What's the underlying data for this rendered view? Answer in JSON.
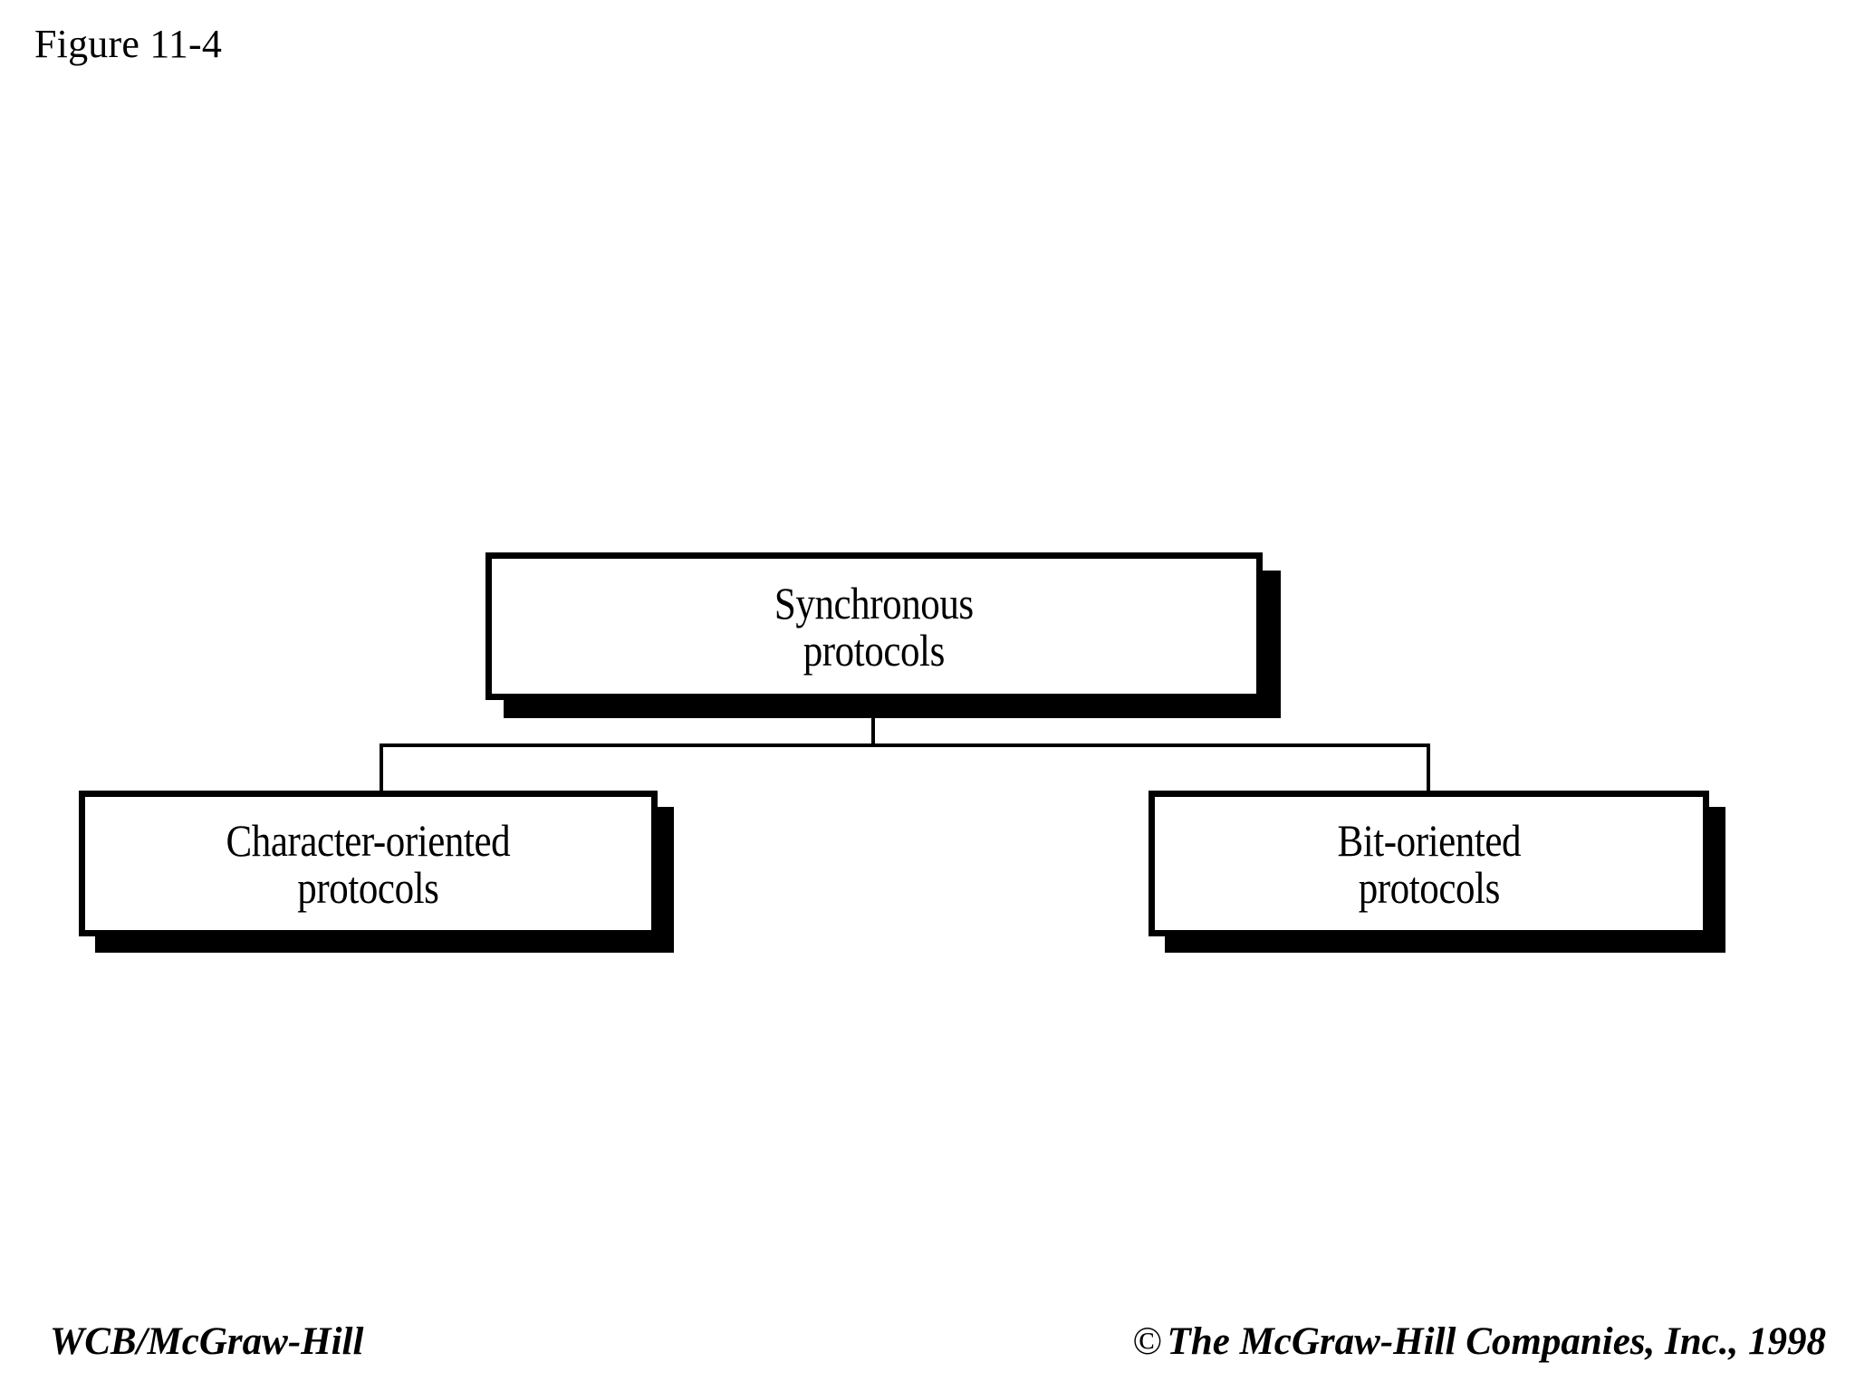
{
  "figure": {
    "title": "Figure 11-4",
    "background_color": "#ffffff",
    "ink_color": "#000000"
  },
  "diagram": {
    "type": "hierarchy-tree",
    "orientation": "top-down",
    "root": "synchronous-protocols",
    "nodes": [
      {
        "id": "synchronous-protocols",
        "label": "Synchronous\nprotocols",
        "level": 0,
        "style": "boxed-drop-shadow"
      },
      {
        "id": "character-oriented-protocols",
        "label": "Character-oriented\nprotocols",
        "level": 1,
        "style": "boxed-drop-shadow"
      },
      {
        "id": "bit-oriented-protocols",
        "label": "Bit-oriented\nprotocols",
        "level": 1,
        "style": "boxed-drop-shadow"
      }
    ],
    "edges": [
      {
        "from": "synchronous-protocols",
        "to": "character-oriented-protocols"
      },
      {
        "from": "synchronous-protocols",
        "to": "bit-oriented-protocols"
      }
    ]
  },
  "footer": {
    "publisher": "WCB/McGraw-Hill",
    "copyright_symbol": "©",
    "copyright": "The McGraw-Hill Companies, Inc., 1998"
  }
}
